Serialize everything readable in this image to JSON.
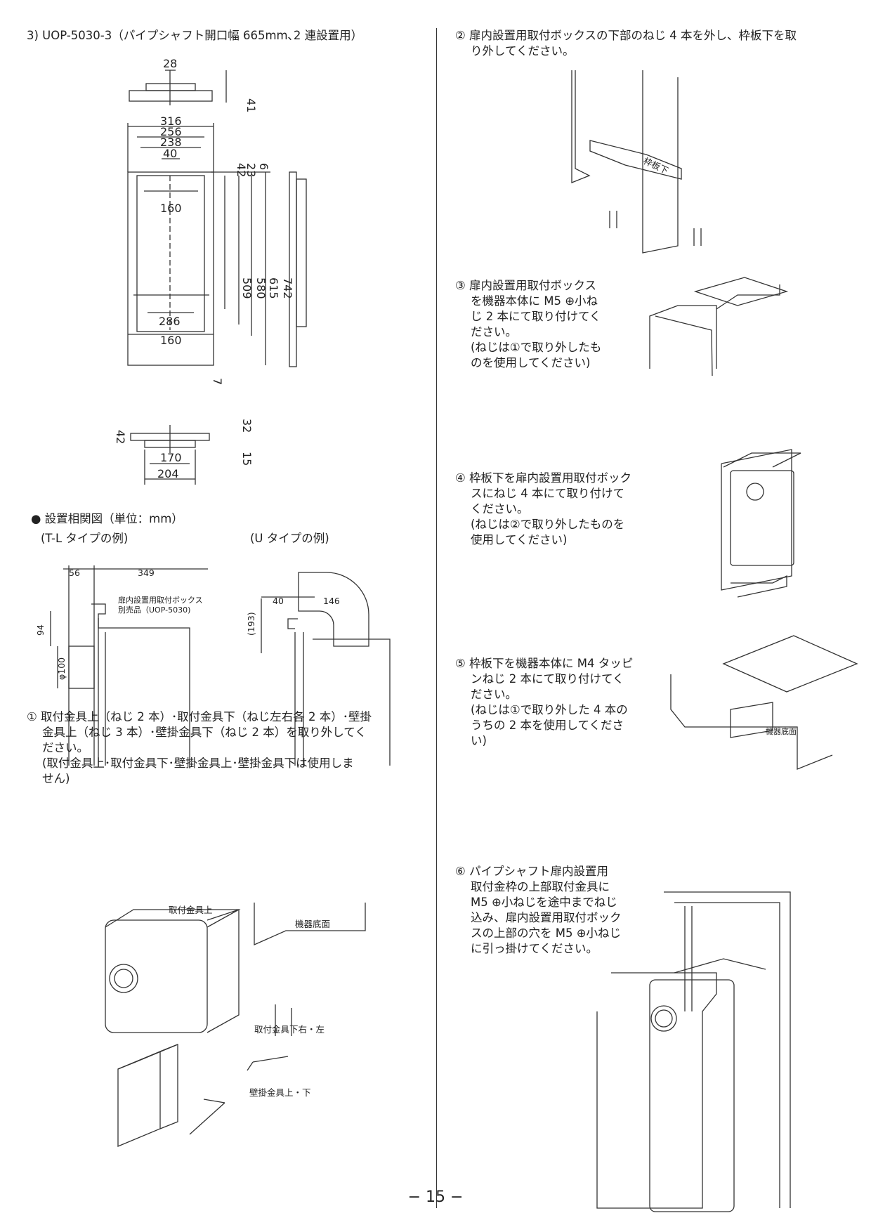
{
  "left": {
    "heading": "3) UOP-5030-3（パイプシャフト開口幅 665mm､2 連設置用）",
    "dims": {
      "top_28": "28",
      "top_41": "41",
      "w316": "316",
      "w256": "256",
      "w238": "238",
      "w40": "40",
      "h42": "42",
      "h23": "23",
      "h6": "6",
      "w160a": "160",
      "h509": "509",
      "h580": "580",
      "h615": "615",
      "h742": "742",
      "w286": "286",
      "w160b": "160",
      "h7": "7",
      "b42": "42",
      "b32": "32",
      "b170": "170",
      "b15": "15",
      "b204": "204"
    },
    "relation_title": "● 設置相関図（単位：mm）",
    "tl_example": "(T-L タイプの例)",
    "u_example": "(U タイプの例)",
    "tl_dims": {
      "d56": "56",
      "d349": "349",
      "d94": "94",
      "d100": "φ100"
    },
    "tl_label_1": "扉内設置用取付ボックス",
    "tl_label_2": "別売品（UOP-5030)",
    "u_dims": {
      "d40": "40",
      "d146": "146",
      "d193": "(193)"
    },
    "step1": [
      "① 取付金具上（ねじ 2 本）･取付金具下（ねじ左右各 2 本）･壁掛",
      "金具上（ねじ 3 本）･壁掛金具下（ねじ 2 本）を取り外してく",
      "ださい。",
      "(取付金具上･取付金具下･壁掛金具上･壁掛金具下は使用しま",
      "せん)"
    ],
    "label_top_bracket": "取付金具上",
    "label_bottom_face": "機器底面",
    "label_bottom_bracket": "取付金具下右・左",
    "label_wall_bracket": "壁掛金具上・下"
  },
  "right": {
    "step2": [
      "② 扉内設置用取付ボックスの下部のねじ 4 本を外し、枠板下を取",
      "り外してください。"
    ],
    "label_frame_bottom": "枠板下",
    "step3": [
      "③ 扉内設置用取付ボックス",
      "を機器本体に M5 ⊕小ね",
      "じ 2 本にて取り付けてく",
      "ださい。",
      "(ねじは①で取り外したも",
      "のを使用してください)"
    ],
    "step4": [
      "④ 枠板下を扉内設置用取付ボック",
      "スにねじ 4 本にて取り付けて",
      "ください。",
      "(ねじは②で取り外したものを",
      "使用してください)"
    ],
    "step5": [
      "⑤ 枠板下を機器本体に M4 タッピ",
      "ンねじ 2 本にて取り付けてく",
      "ださい。",
      "(ねじは①で取り外した 4 本の",
      "うちの 2 本を使用してくださ",
      "い)"
    ],
    "label_bottom_face": "機器底面",
    "step6": [
      "⑥ パイプシャフト扉内設置用",
      "取付金枠の上部取付金具に",
      "M5 ⊕小ねじを途中までねじ",
      "込み、扉内設置用取付ボック",
      "スの上部の穴を M5 ⊕小ねじ",
      "に引っ掛けてください。"
    ]
  },
  "page_number": "− 15 −"
}
